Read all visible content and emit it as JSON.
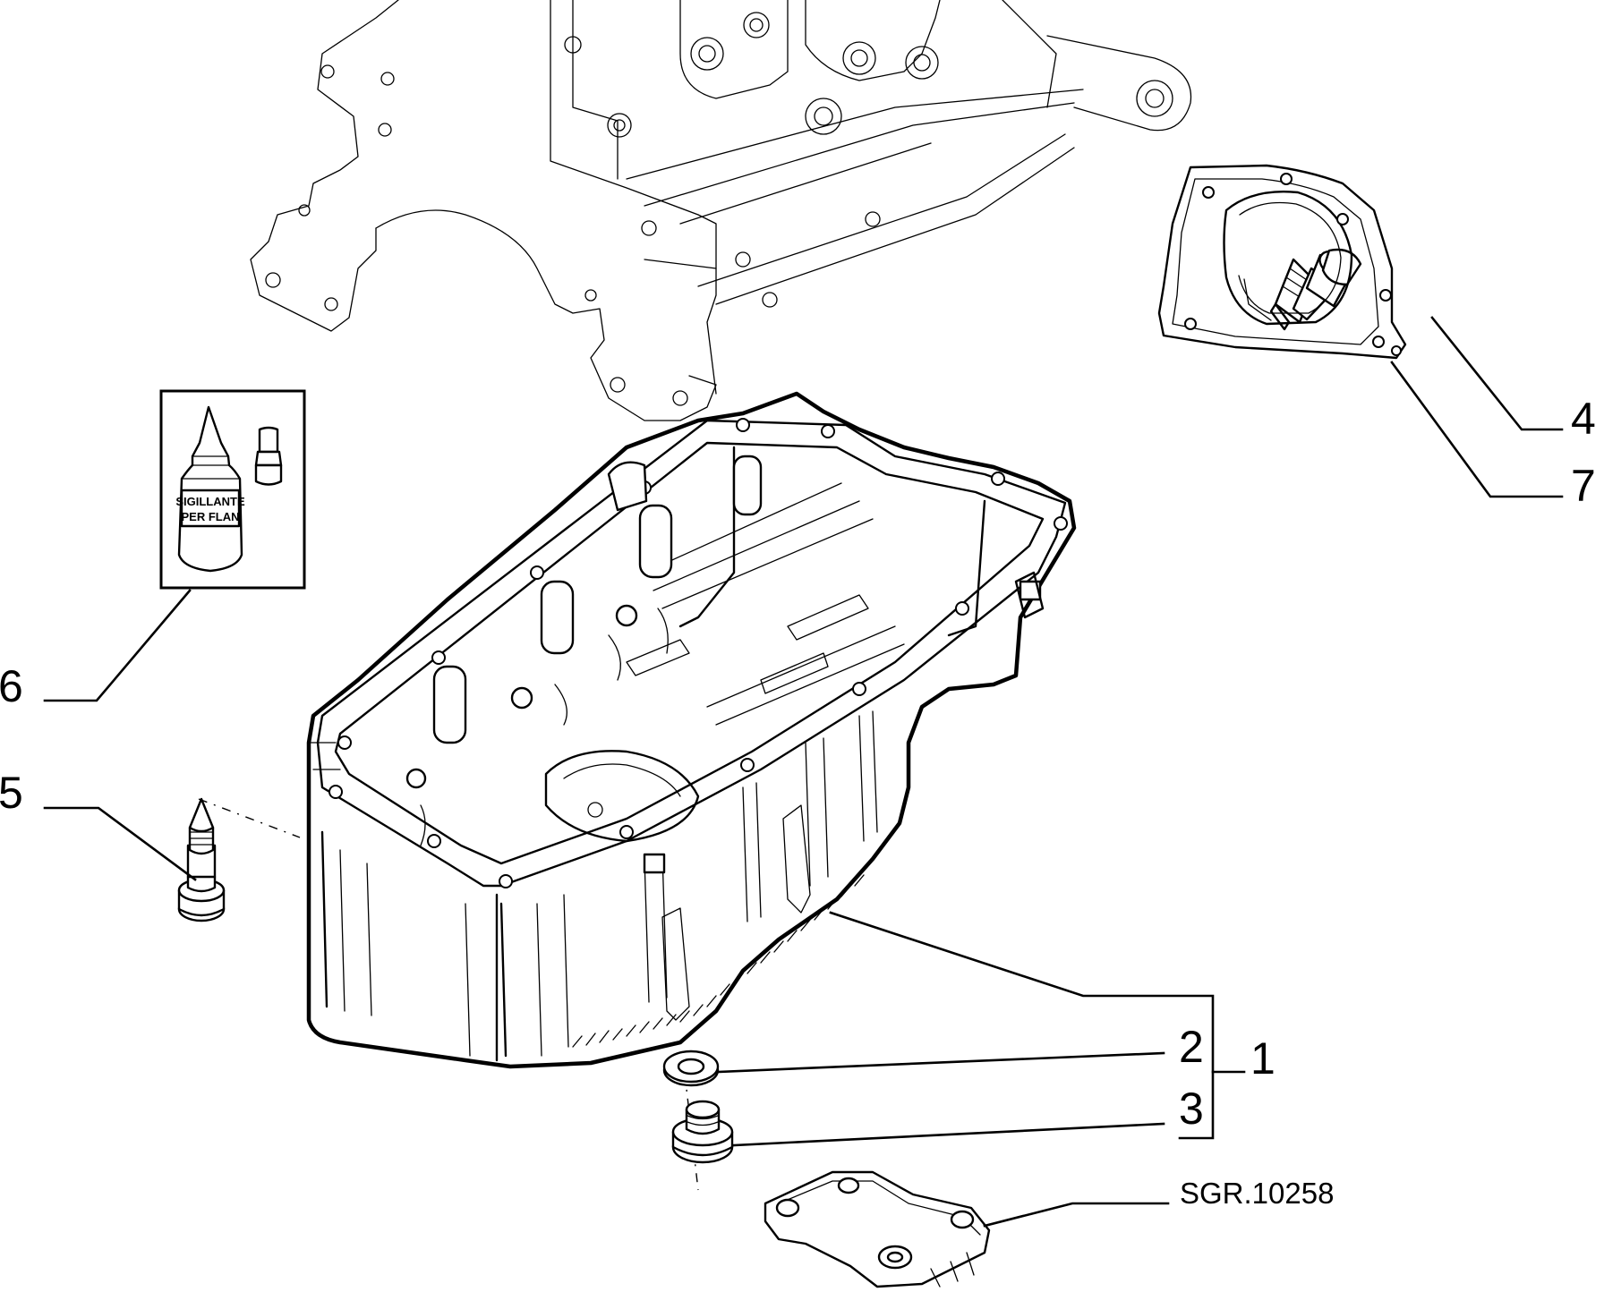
{
  "callouts": {
    "c1": "1",
    "c2": "2",
    "c3": "3",
    "c4": "4",
    "c5": "5",
    "c6": "6",
    "c7": "7"
  },
  "reference": "SGR.10258",
  "sealant_label": {
    "line1": "SIGILLANTE",
    "line2": "PER FLAN"
  }
}
